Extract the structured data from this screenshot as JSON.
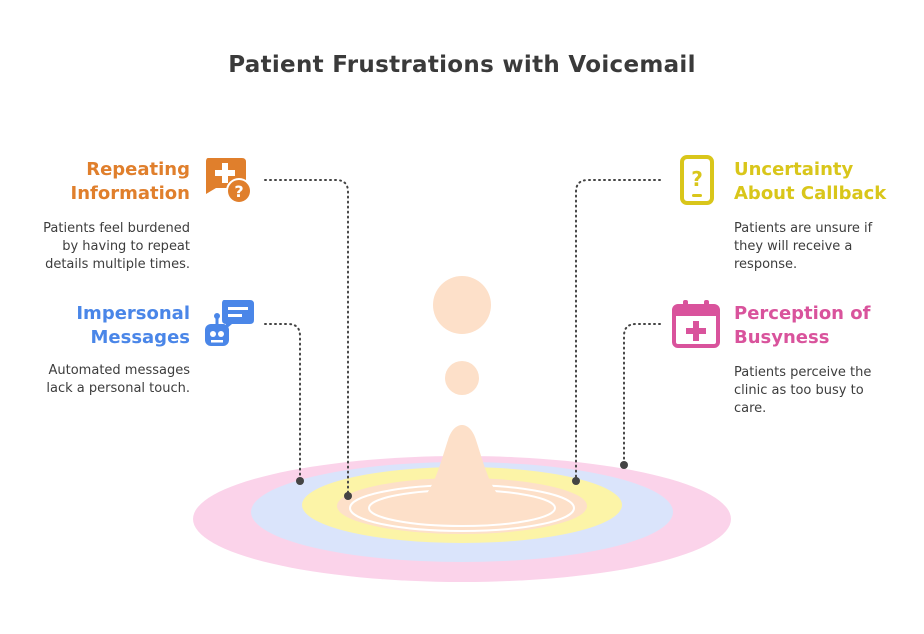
{
  "title": "Patient Frustrations with Voicemail",
  "colors": {
    "orange": "#e07f2c",
    "blue": "#4a86e8",
    "yellow": "#d9c61a",
    "pink": "#d9539c",
    "ring_outer": "#fbd3ea",
    "ring_blue": "#dae4fb",
    "ring_yellow": "#fcf4a7",
    "drop": "#fde0c9"
  },
  "items": [
    {
      "key": "repeating",
      "heading_line1": "Repeating",
      "heading_line2": "Information",
      "desc_line1": "Patients feel burdened",
      "desc_line2": "by having to repeat",
      "desc_line3": "details multiple times.",
      "icon": "medical-question-bubble-icon",
      "color": "#e07f2c"
    },
    {
      "key": "impersonal",
      "heading_line1": "Impersonal",
      "heading_line2": "Messages",
      "desc_line1": "Automated messages",
      "desc_line2": "lack a personal touch.",
      "icon": "robot-chat-icon",
      "color": "#4a86e8"
    },
    {
      "key": "uncertainty",
      "heading_line1": "Uncertainty",
      "heading_line2": "About Callback",
      "desc_line1": "Patients are unsure if",
      "desc_line2": "they will receive a",
      "desc_line3": "response.",
      "icon": "phone-question-icon",
      "color": "#d9c61a"
    },
    {
      "key": "busyness",
      "heading_line1": "Perception of",
      "heading_line2": "Busyness",
      "desc_line1": "Patients perceive the",
      "desc_line2": "clinic as too busy to",
      "desc_line3": "care.",
      "icon": "medical-calendar-icon",
      "color": "#d9539c"
    }
  ]
}
